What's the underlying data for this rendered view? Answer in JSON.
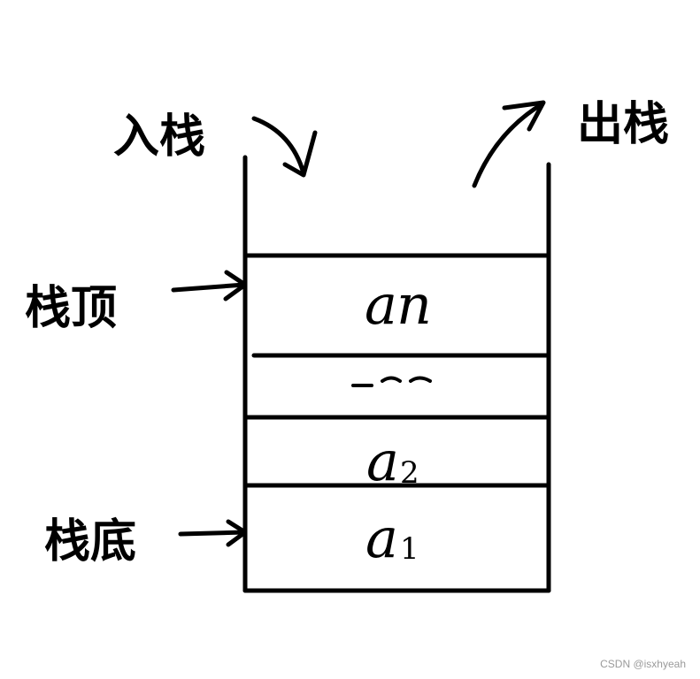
{
  "labels": {
    "push": "入栈",
    "pop": "出栈",
    "top": "栈顶",
    "bottom": "栈底"
  },
  "cells": [
    {
      "main": "a",
      "sub": "n"
    },
    {
      "main": "_ ⌃⌃",
      "sub": ""
    },
    {
      "main": "a",
      "sub": "2"
    },
    {
      "main": "a",
      "sub": "1"
    }
  ],
  "watermark": "CSDN @isxhyeah"
}
